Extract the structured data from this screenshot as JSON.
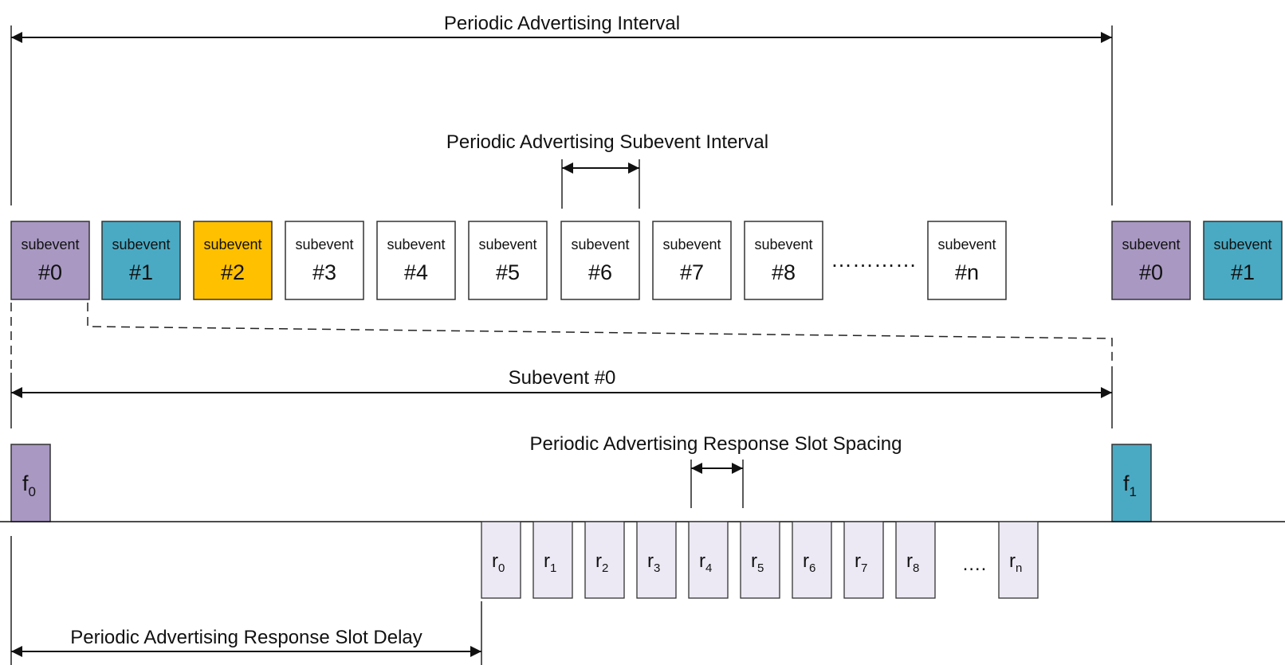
{
  "labels": {
    "interval": "Periodic Advertising Interval",
    "subevent_interval": "Periodic Advertising Subevent Interval",
    "subevent0_span": "Subevent #0",
    "slot_spacing": "Periodic Advertising Response Slot Spacing",
    "slot_delay": "Periodic Advertising Response Slot Delay"
  },
  "colors": {
    "purple": "#a898c2",
    "teal": "#4aaac3",
    "gold": "#ffc000",
    "white": "#ffffff",
    "slot": "#ece9f4",
    "stroke": "#333333"
  },
  "subevents": [
    {
      "top": "subevent",
      "num": "#0",
      "color": "purple"
    },
    {
      "top": "subevent",
      "num": "#1",
      "color": "teal"
    },
    {
      "top": "subevent",
      "num": "#2",
      "color": "gold"
    },
    {
      "top": "subevent",
      "num": "#3",
      "color": "white"
    },
    {
      "top": "subevent",
      "num": "#4",
      "color": "white"
    },
    {
      "top": "subevent",
      "num": "#5",
      "color": "white"
    },
    {
      "top": "subevent",
      "num": "#6",
      "color": "white"
    },
    {
      "top": "subevent",
      "num": "#7",
      "color": "white"
    },
    {
      "top": "subevent",
      "num": "#8",
      "color": "white"
    },
    {
      "top": "subevent",
      "num": "#n",
      "color": "white"
    },
    {
      "top": "subevent",
      "num": "#0",
      "color": "purple"
    },
    {
      "top": "subevent",
      "num": "#1",
      "color": "teal"
    }
  ],
  "subevent_ellipsis": "…………",
  "frames": [
    {
      "main": "f",
      "sub": "0",
      "color": "purple"
    },
    {
      "main": "f",
      "sub": "1",
      "color": "teal"
    }
  ],
  "response_slots": [
    {
      "main": "r",
      "sub": "0"
    },
    {
      "main": "r",
      "sub": "1"
    },
    {
      "main": "r",
      "sub": "2"
    },
    {
      "main": "r",
      "sub": "3"
    },
    {
      "main": "r",
      "sub": "4"
    },
    {
      "main": "r",
      "sub": "5"
    },
    {
      "main": "r",
      "sub": "6"
    },
    {
      "main": "r",
      "sub": "7"
    },
    {
      "main": "r",
      "sub": "8"
    },
    {
      "main": "r",
      "sub": "n"
    }
  ],
  "slot_ellipsis": "…."
}
